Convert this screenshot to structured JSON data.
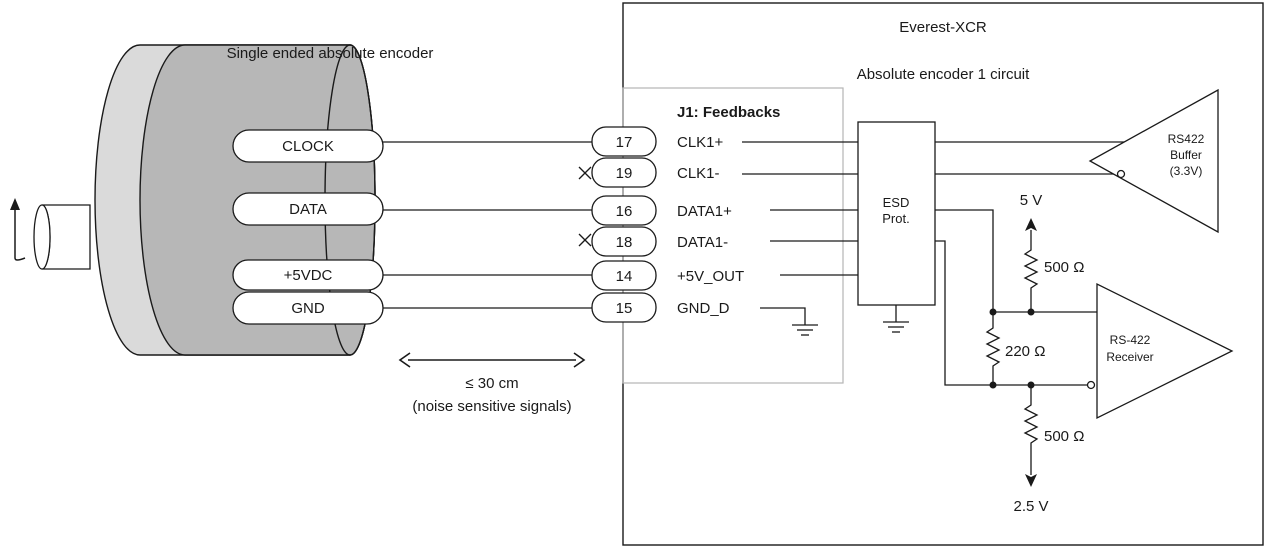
{
  "encoder": {
    "title": "Single ended absolute encoder",
    "signals": [
      "CLOCK",
      "DATA",
      "+5VDC",
      "GND"
    ]
  },
  "drive": {
    "title": "Everest-XCR",
    "subtitle": "Absolute encoder 1 circuit"
  },
  "connector": {
    "title": "J1: Feedbacks",
    "pins": [
      {
        "num": "17",
        "name": "CLK1+"
      },
      {
        "num": "19",
        "name": "CLK1-"
      },
      {
        "num": "16",
        "name": "DATA1+"
      },
      {
        "num": "18",
        "name": "DATA1-"
      },
      {
        "num": "14",
        "name": "+5V_OUT"
      },
      {
        "num": "15",
        "name": "GND_D"
      }
    ]
  },
  "cable_note": {
    "length": "≤ 30 cm",
    "note": "(noise sensitive signals)"
  },
  "esd": {
    "line1": "ESD",
    "line2": "Prot."
  },
  "buffer": {
    "line1": "RS422",
    "line2": "Buffer",
    "line3": "(3.3V)"
  },
  "receiver": {
    "line1": "RS-422",
    "line2": "Receiver"
  },
  "resistors": {
    "pullup": "500 Ω",
    "termination": "220 Ω",
    "pulldown": "500 Ω"
  },
  "rails": {
    "top": "5 V",
    "bottom": "2.5 V"
  }
}
